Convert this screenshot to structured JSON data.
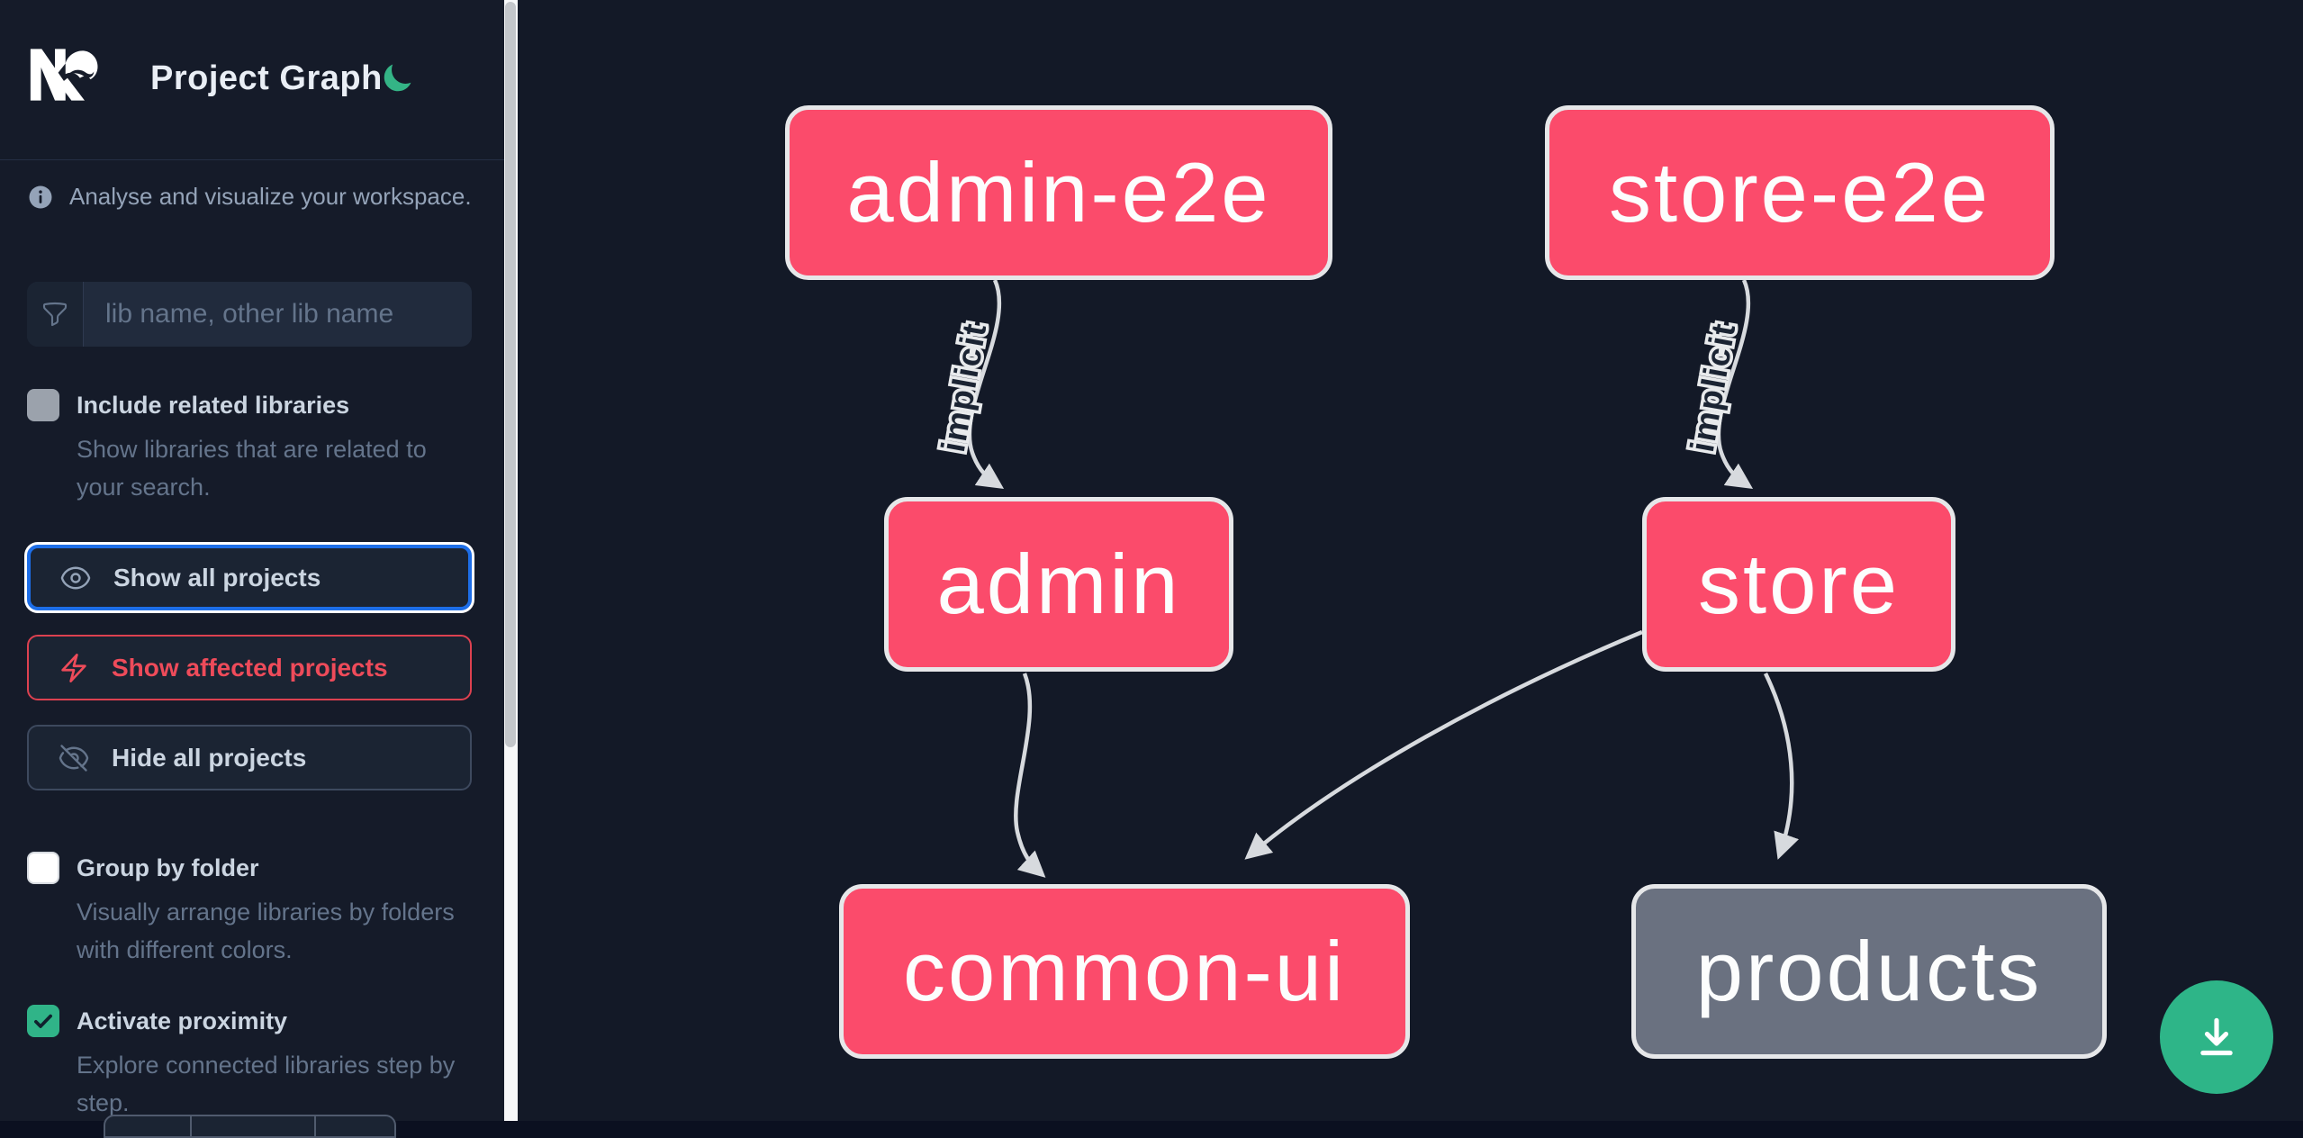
{
  "header": {
    "title": "Project Graph"
  },
  "sidebar": {
    "tagline": "Analyse and visualize your workspace.",
    "search": {
      "placeholder": "lib name, other lib name"
    },
    "include_related": {
      "label": "Include related libraries",
      "description": "Show libraries that are related to your search.",
      "checked": false
    },
    "actions": {
      "show_all": {
        "label": "Show all projects"
      },
      "show_affected": {
        "label": "Show affected projects"
      },
      "hide_all": {
        "label": "Hide all projects"
      }
    },
    "group_by_folder": {
      "label": "Group by folder",
      "description": "Visually arrange libraries by folders with different colors.",
      "checked": false
    },
    "activate_proximity": {
      "label": "Activate proximity",
      "description": "Explore connected libraries step by step.",
      "checked": true
    }
  },
  "graph": {
    "nodes": [
      {
        "id": "admin-e2e",
        "label": "admin-e2e",
        "color": "rose"
      },
      {
        "id": "store-e2e",
        "label": "store-e2e",
        "color": "rose"
      },
      {
        "id": "admin",
        "label": "admin",
        "color": "rose"
      },
      {
        "id": "store",
        "label": "store",
        "color": "rose"
      },
      {
        "id": "common-ui",
        "label": "common-ui",
        "color": "rose"
      },
      {
        "id": "products",
        "label": "products",
        "color": "slate"
      }
    ],
    "edges": [
      {
        "source": "admin-e2e",
        "target": "admin",
        "label": "implicit"
      },
      {
        "source": "store-e2e",
        "target": "store",
        "label": "implicit"
      },
      {
        "source": "admin",
        "target": "common-ui",
        "label": ""
      },
      {
        "source": "store",
        "target": "common-ui",
        "label": ""
      },
      {
        "source": "store",
        "target": "products",
        "label": ""
      }
    ]
  },
  "colors": {
    "node_rose": "#fb4b6b",
    "node_slate": "#6a7180",
    "edge": "#d7dade",
    "accent_blue": "#1d6ee8",
    "accent_red": "#ee4b5a",
    "fab_green": "#2eb588",
    "moon_green": "#34b486"
  }
}
